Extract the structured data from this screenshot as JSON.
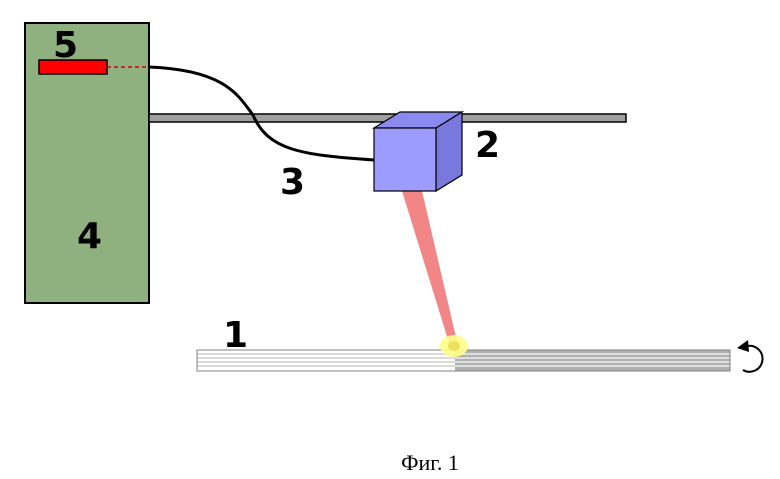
{
  "labels": {
    "film": "1",
    "laser_head": "2",
    "fiber": "3",
    "laser_unit": "4",
    "laser_source": "5"
  },
  "caption": "Фиг. 1",
  "colors": {
    "unit_fill": "#8fb07f",
    "source_fill": "#ff0000",
    "rail_fill": "#a0a0a0",
    "cube_front": "#9c9cff",
    "cube_top": "#8a8aee",
    "cube_side": "#7878dd",
    "beam": "#f07070",
    "spot": "#ffff88",
    "film_stripes": [
      "#cfcfcf",
      "#ffffff"
    ],
    "film_processed": "#b0b0b0"
  },
  "icons": {
    "rotation": "rotate-arrow-icon"
  }
}
